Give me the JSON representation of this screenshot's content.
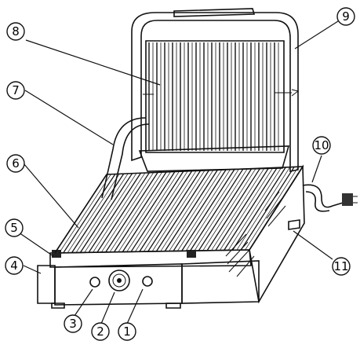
{
  "diagram": {
    "callouts": [
      {
        "id": "1",
        "label": "1"
      },
      {
        "id": "2",
        "label": "2"
      },
      {
        "id": "3",
        "label": "3"
      },
      {
        "id": "4",
        "label": "4"
      },
      {
        "id": "5",
        "label": "5"
      },
      {
        "id": "6",
        "label": "6"
      },
      {
        "id": "7",
        "label": "7"
      },
      {
        "id": "8",
        "label": "8"
      },
      {
        "id": "9",
        "label": "9"
      },
      {
        "id": "10",
        "label": "10"
      },
      {
        "id": "11",
        "label": "11"
      }
    ],
    "colors": {
      "ink": "#111111",
      "paper": "#ffffff",
      "shade": "#bdbdbd"
    }
  }
}
